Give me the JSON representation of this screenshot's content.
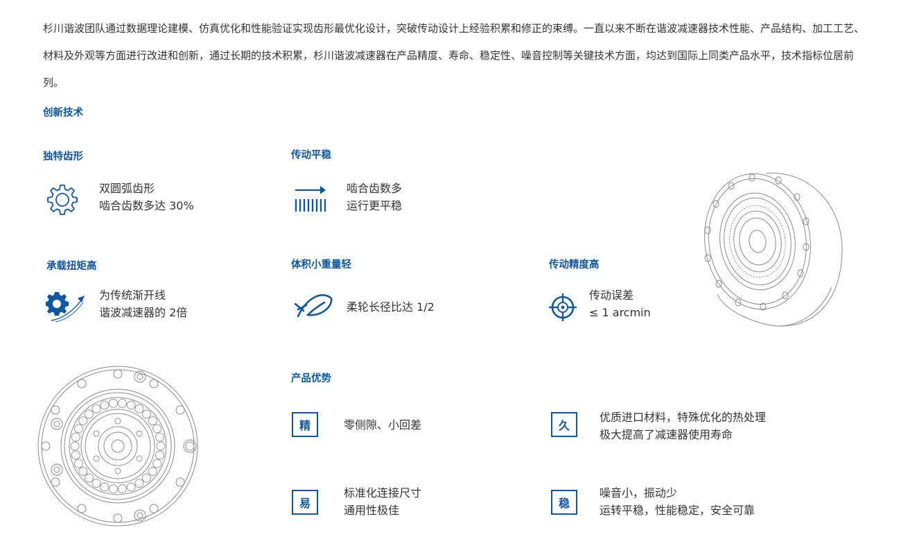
{
  "intro": {
    "text": "杉川谐波团队通过数据理论建模、仿真优化和性能验证实现齿形最优化设计，突破传动设计上经验积累和修正的束缚。一直以来不断在谐波减速器技术性能、产品结构、加工工艺、材料及外观等方面进行改进和创新，通过长期的技术积累，杉川谐波减速器在产品精度、寿命、稳定性、噪音控制等关键技术方面，均达到国际上同类产品水平，技术指标位居前列。"
  },
  "innovation": {
    "title": "创新技术",
    "features": [
      {
        "title": "独特齿形",
        "line1": "双圆弧齿形",
        "line2": "啮合齿数多达 30%",
        "icon": "gear-outline-icon"
      },
      {
        "title": "传动平稳",
        "line1": "啮合齿数多",
        "line2": "运行更平稳",
        "icon": "arrow-teeth-icon"
      },
      {
        "title": "承载扭矩高",
        "line1": "为传统渐开线",
        "line2": "谐波减速器的 2倍",
        "icon": "gear-growth-icon"
      },
      {
        "title": "体积小重量轻",
        "line1": "柔轮长径比达 1/2",
        "line2": "",
        "icon": "feather-icon"
      },
      {
        "title": "传动精度高",
        "line1": "传动误差",
        "line2": "≤ 1 arcmin",
        "icon": "crosshair-target-icon"
      }
    ]
  },
  "advantages": {
    "title": "产品优势",
    "items": [
      {
        "badge": "精",
        "line1": "零侧隙、小回差",
        "line2": ""
      },
      {
        "badge": "久",
        "line1": "优质进口材料，特殊优化的热处理",
        "line2": "极大提高了减速器使用寿命"
      },
      {
        "badge": "易",
        "line1": "标准化连接尺寸",
        "line2": "通用性极佳"
      },
      {
        "badge": "稳",
        "line1": "噪音小，振动少",
        "line2": "运转平稳，性能稳定，安全可靠"
      }
    ]
  },
  "colors": {
    "accent": "#0f56a5",
    "text": "#333333",
    "line_art": "#7a7a7a"
  },
  "images": {
    "reducer_3d": "harmonic-reducer-perspective-drawing",
    "reducer_front": "harmonic-reducer-front-view-drawing"
  }
}
